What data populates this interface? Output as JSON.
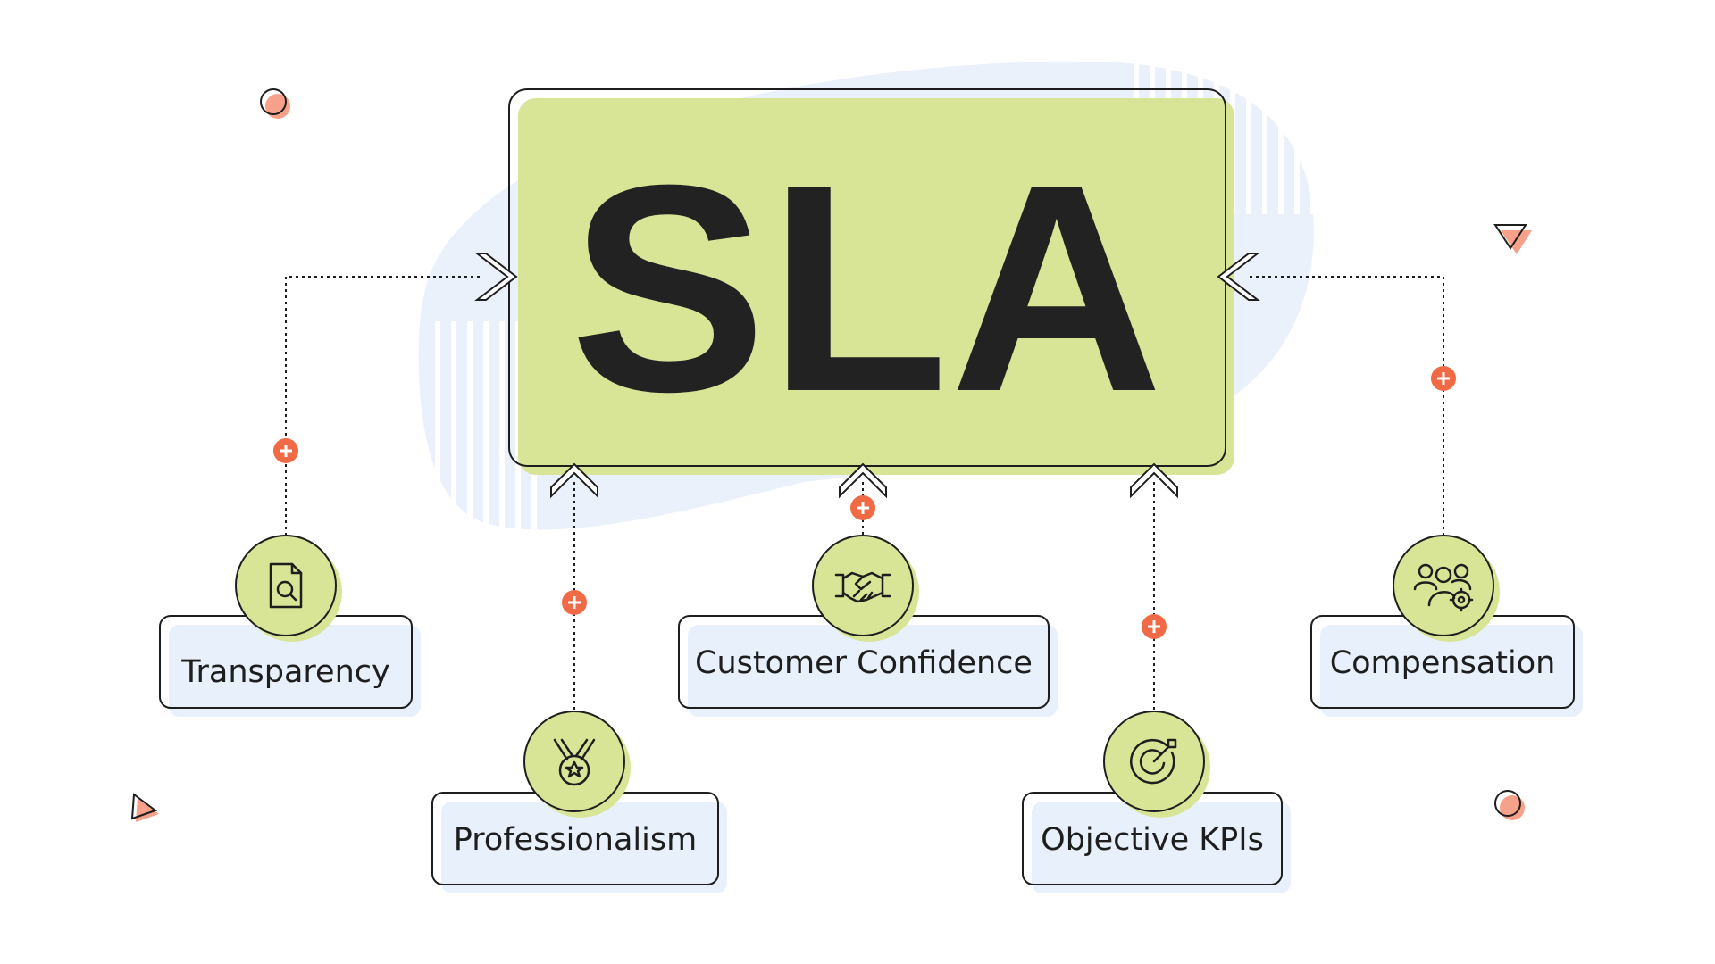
{
  "title": "SLA",
  "colors": {
    "title_fill": "#d8e496",
    "box_fill": "#e8f0fb",
    "outline": "#1e1e1e",
    "accent": "#f06a45",
    "blob": "#eaf1fb",
    "icon_circle": "#d8e496"
  },
  "nodes": [
    {
      "id": "transparency",
      "label": "Transparency",
      "icon": "document-search-icon"
    },
    {
      "id": "professionalism",
      "label": "Professionalism",
      "icon": "medal-icon"
    },
    {
      "id": "customer-confidence",
      "label": "Customer Confidence",
      "icon": "handshake-icon"
    },
    {
      "id": "objective-kpis",
      "label": "Objective KPIs",
      "icon": "target-icon"
    },
    {
      "id": "compensation",
      "label": "Compensation",
      "icon": "team-settings-icon"
    }
  ]
}
